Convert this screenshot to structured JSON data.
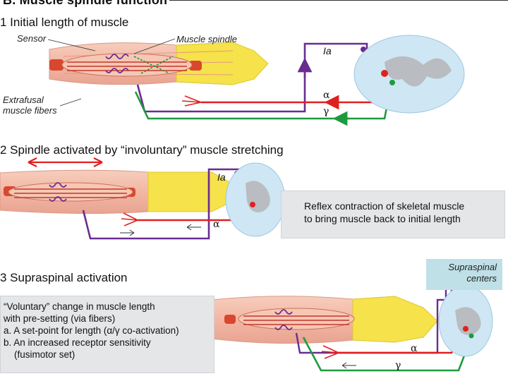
{
  "header": {
    "title": "B. Muscle spindle function"
  },
  "sections": [
    {
      "title": "1 Initial length of muscle"
    },
    {
      "title": "2 Spindle activated by “involuntary” muscle stretching"
    },
    {
      "title": "3 Supraspinal activation"
    }
  ],
  "labels": {
    "sensor": "Sensor",
    "muscle_spindle": "Muscle spindle",
    "extrafusal_1": "Extrafusal",
    "extrafusal_2": "muscle fibers",
    "ia_1": "Ia",
    "ia_2": "Ia",
    "alpha_1": "α",
    "gamma_1": "γ",
    "alpha_2": "α",
    "alpha_3": "α",
    "gamma_3": "γ"
  },
  "callouts": {
    "reflex_line1": "Reflex contraction of skeletal muscle",
    "reflex_line2": "to bring muscle back to initial length",
    "voluntary_line1": "“Voluntary” change in muscle length",
    "voluntary_line2": "with pre-setting (via  fibers)",
    "voluntary_line3": "a. A set-point for length (α/γ co-activation)",
    "voluntary_line4": "b. An increased receptor sensitivity",
    "voluntary_line5": "(fusimotor set)",
    "supraspinal_line1": "Supraspinal",
    "supraspinal_line2": "centers"
  },
  "colors": {
    "ia_fiber": "#6a2c91",
    "alpha_fiber": "#e02020",
    "gamma_fiber": "#1e9a3e",
    "muscle": "#f2b7a4",
    "muscle_shade": "#e49a86",
    "tendon": "#f6e24a",
    "spinal_cord": "#cfe6f4",
    "grey_matter": "#b9bcc0",
    "callout_grey": "#e4e6e8",
    "callout_blue": "#bfe0e6"
  }
}
